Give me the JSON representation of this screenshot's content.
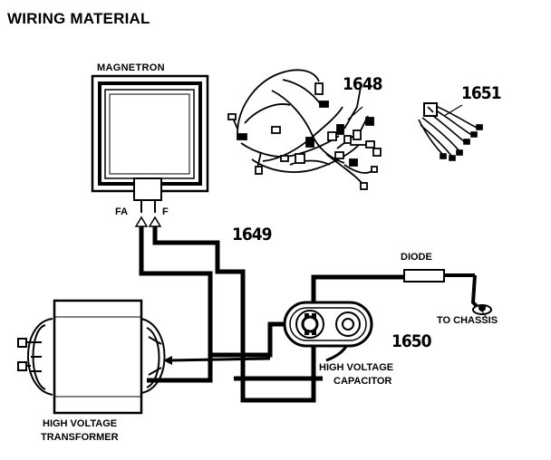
{
  "title": "WIRING MATERIAL",
  "labels": {
    "magnetron": "MAGNETRON",
    "terminal_fa": "FA",
    "terminal_f": "F",
    "diode": "DIODE",
    "to_chassis": "TO CHASSIS",
    "hv_capacitor_line1": "HIGH VOLTAGE",
    "hv_capacitor_line2": "CAPACITOR",
    "hv_transformer_line1": "HIGH VOLTAGE",
    "hv_transformer_line2": "TRANSFORMER"
  },
  "parts": {
    "harness_main": "1648",
    "harness_small": "1651",
    "wire_set": "1649",
    "capacitor_lead": "1650"
  }
}
